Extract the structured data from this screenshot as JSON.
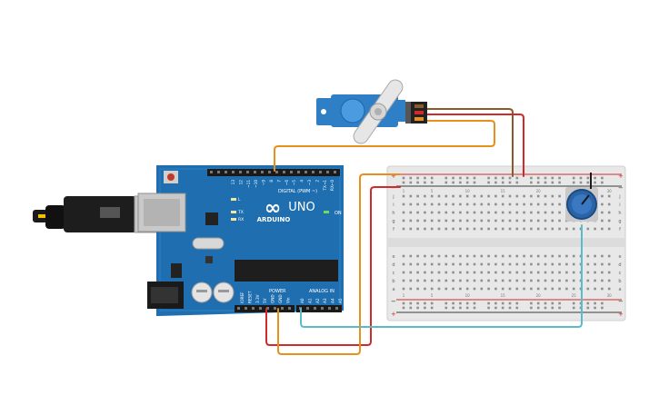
{
  "arduino": {
    "brand": "ARDUINO",
    "model": "UNO",
    "logo_text": "∞",
    "on_label": "ON",
    "tx_label": "TX",
    "rx_label": "RX",
    "l_label": "L",
    "digital_label": "DIGITAL (PWM ~)",
    "power_label": "POWER",
    "analog_label": "ANALOG IN",
    "aref_label": "AREF",
    "gnd_label": "GND",
    "digital_pins": [
      "13",
      "12",
      "~11",
      "~10",
      "~9",
      "8",
      "7",
      "~6",
      "~5",
      "4",
      "~3",
      "2",
      "TX→1",
      "RX←0"
    ],
    "power_pins": [
      "IOREF",
      "RESET",
      "3.3V",
      "5V",
      "GND",
      "GND",
      "Vin"
    ],
    "analog_pins": [
      "A0",
      "A1",
      "A2",
      "A3",
      "A4",
      "A5"
    ]
  },
  "breadboard": {
    "row_letters_top": [
      "j",
      "i",
      "h",
      "g",
      "f"
    ],
    "row_letters_bottom": [
      "e",
      "d",
      "c",
      "b",
      "a"
    ],
    "plus": "+",
    "minus": "−",
    "column_numbers": [
      "1",
      "5",
      "10",
      "15",
      "20",
      "25",
      "30"
    ]
  },
  "colors": {
    "board": "#1f6fb0",
    "board_dark": "#175a92",
    "breadboard": "#e8e8e8",
    "wire_orange": "#e8901c",
    "wire_red": "#d12a2a",
    "wire_brown": "#8a5a2b",
    "wire_cyan": "#5bbcc8",
    "servo": "#2f7fc7",
    "pot": "#2a64a8"
  }
}
